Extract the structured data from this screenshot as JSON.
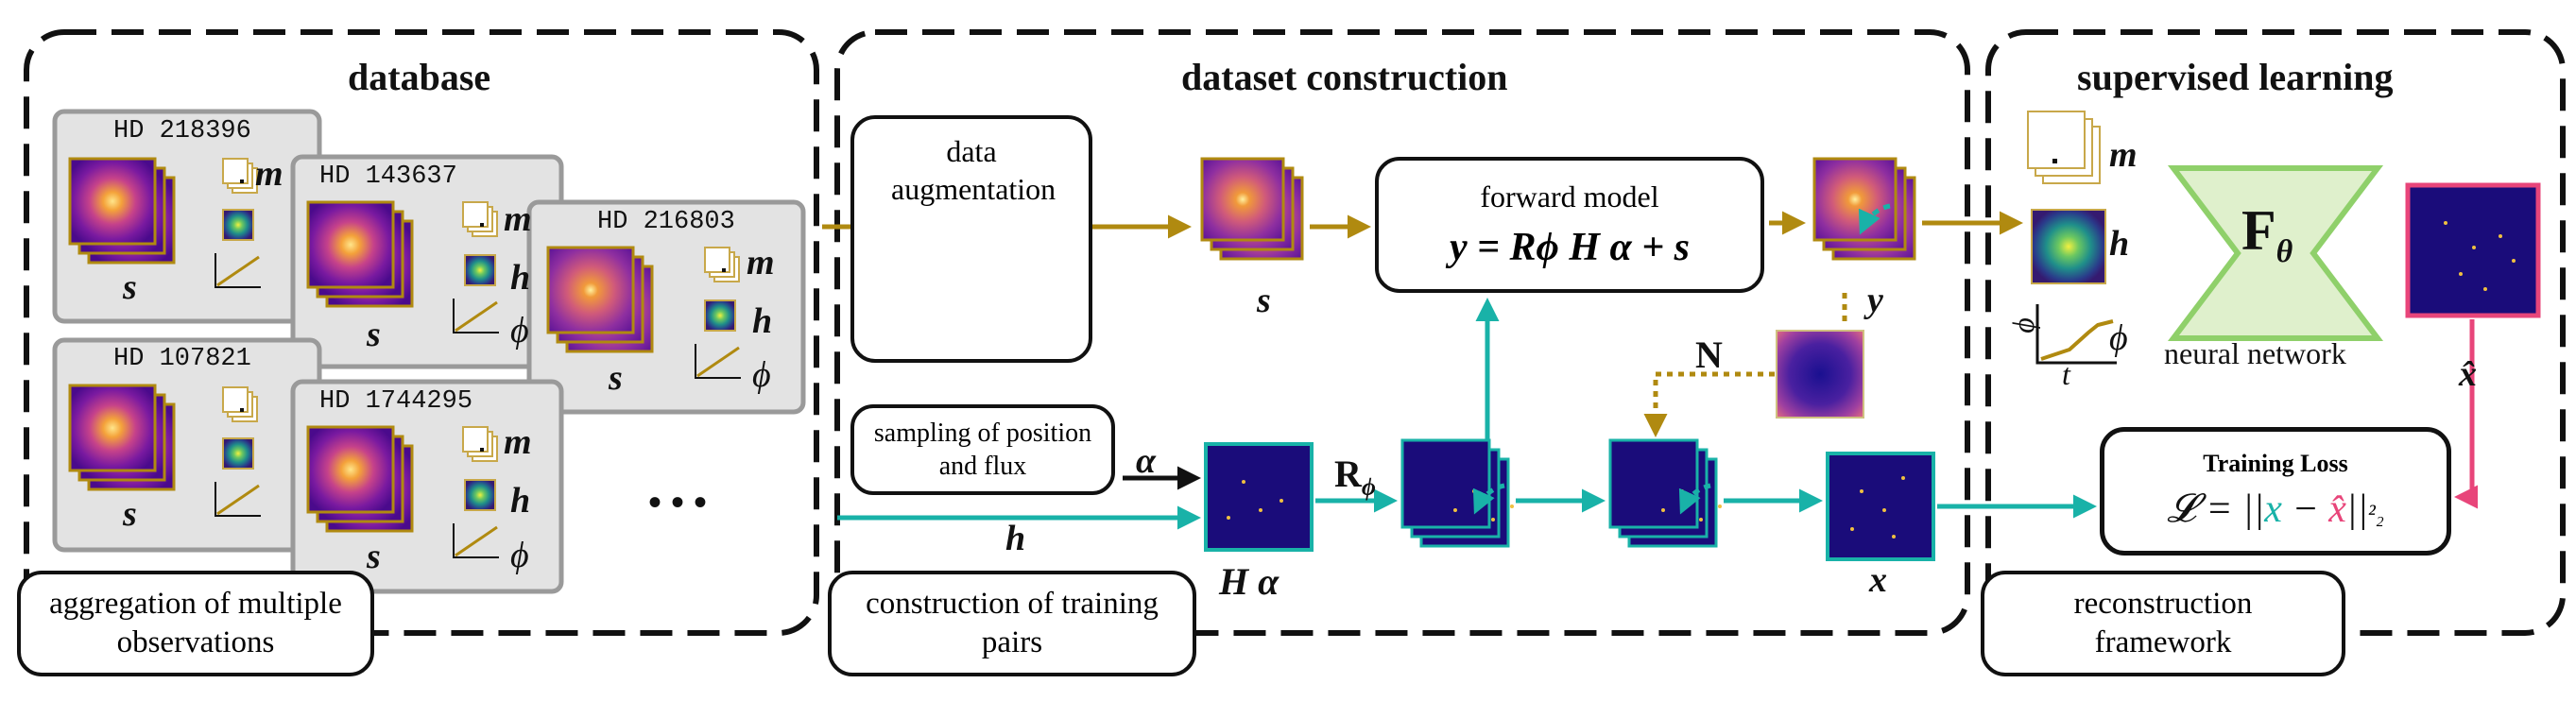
{
  "panels": {
    "database": "database",
    "dataset": "dataset construction",
    "supervised": "supervised learning"
  },
  "observations": [
    "HD 218396",
    "HD 143637",
    "HD 216803",
    "HD 107821",
    "HD 1744295"
  ],
  "symbols": {
    "s": "s",
    "m": "m",
    "h": "h",
    "phi": "ϕ",
    "t": "t",
    "phi_t": "ϕ",
    "alpha": "α",
    "H_alpha": "H α",
    "R_phi": "R",
    "R_sub": "ϕ",
    "N": "N",
    "y": "y",
    "x": "x",
    "x_hat": "x̂",
    "F": "F",
    "F_sub": "θ",
    "ellipsis": "• • •"
  },
  "boxes": {
    "augmentation": "data augmentation",
    "forward_title": "forward model",
    "forward_eq": "y = Rϕ H α + s",
    "sampling": "sampling of position and flux",
    "loss_title": "Training Loss",
    "loss_eq": "𝓛 = ||x − x̂||²₂",
    "aggregation": "aggregation of multiple observations",
    "construction": "construction of training pairs",
    "framework": "reconstruction framework",
    "nn_label": "neural network"
  },
  "colors": {
    "gold": "#b08a10",
    "teal": "#19b2a8",
    "pink": "#e8457a",
    "nn_green": "#8fd06a",
    "panel_gray": "#e3e3e3",
    "deep_blue": "#1a0c7a"
  }
}
